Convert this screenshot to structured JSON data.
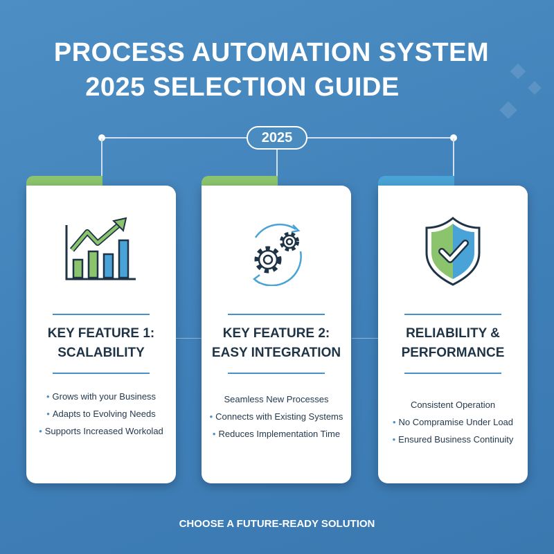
{
  "title": {
    "line1": "PROCESS AUTOMATION SYSTEM",
    "line2": "2025 SELECTION GUIDE"
  },
  "timeline": {
    "year": "2025"
  },
  "colors": {
    "background": "#4585bd",
    "green": "#8cc46e",
    "blue": "#4aa3d6",
    "text": "#1e3346"
  },
  "cards": [
    {
      "tab_color": "#8cc46e",
      "icon": "bar-chart-growth-icon",
      "heading": "KEY FEATURE 1: SCALABILITY",
      "intro": "",
      "items": [
        "Grows with your Business",
        "Adapts to Evolving Needs",
        "Supports Increased Workolad"
      ]
    },
    {
      "tab_color": "#8cc46e",
      "icon": "gears-sync-icon",
      "heading": "KEY FEATURE 2: EASY INTEGRATION",
      "intro": "Seamless New Processes",
      "items": [
        "Connects with Existing Systems",
        "Reduces Implementation Time"
      ]
    },
    {
      "tab_color": "#4aa3d6",
      "icon": "shield-check-icon",
      "heading": "RELIABILITY & PERFORMANCE",
      "intro": "Consistent Operation",
      "items": [
        "No Compramise Under Load",
        "Ensured Business Continuity"
      ]
    }
  ],
  "footer": "CHOOSE A FUTURE-READY SOLUTION"
}
